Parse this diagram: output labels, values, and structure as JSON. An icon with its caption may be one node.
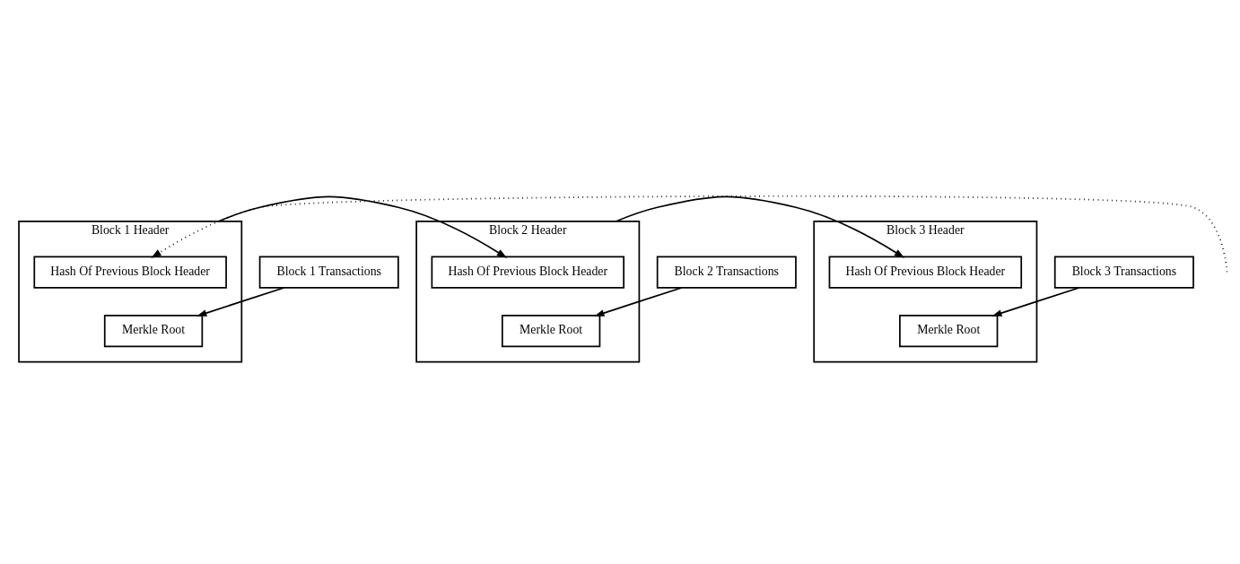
{
  "diagram": {
    "nodes": [
      {
        "text": [
          "Block 1 Header"
        ]
      },
      {
        "text": [
          "Hash Of Previous Block Header"
        ],
        "in": 0
      },
      {
        "text": [
          "Merkle Root"
        ],
        "in": 0
      },
      {
        "text": [
          "Block 1 Transactions"
        ]
      },
      {
        "text": [
          "Block 2 Header"
        ]
      },
      {
        "text": [
          "Hash Of Previous Block Header"
        ],
        "in": 4
      },
      {
        "text": [
          "Merkle Root"
        ],
        "in": 4
      },
      {
        "text": [
          "Block 2 Transactions"
        ]
      },
      {
        "text": [
          "Block 3 Header"
        ]
      },
      {
        "text": [
          "Hash Of Previous Block Header"
        ],
        "in": 8
      },
      {
        "text": [
          "Merkle Root"
        ],
        "in": 8
      },
      {
        "text": [
          "Block 3 Transactions"
        ]
      }
    ],
    "edges": [
      {
        "from": null,
        "to": 1,
        "arrow": "to",
        "style": "dashed"
      },
      {
        "from": 0,
        "to": 5,
        "arrow": "to"
      },
      {
        "from": 3,
        "to": 2,
        "arrow": "to"
      },
      {
        "from": 4,
        "to": 9,
        "arrow": "to"
      },
      {
        "from": 7,
        "to": 6,
        "arrow": "to"
      },
      {
        "from": 11,
        "to": 10,
        "arrow": "to"
      }
    ]
  }
}
